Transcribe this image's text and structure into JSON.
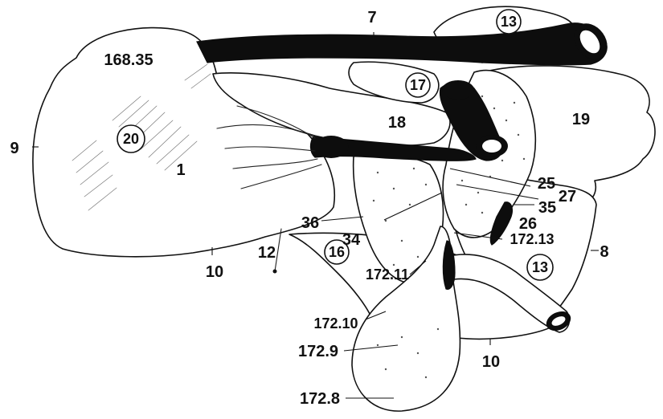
{
  "figure": {
    "labels": {
      "organ_main": "1",
      "marker_7": "7",
      "marker_8": "8",
      "marker_9": "9",
      "marker_10_left": "10",
      "marker_10_bottom": "10",
      "marker_12": "12",
      "marker_18": "18",
      "marker_19": "19",
      "marker_25": "25",
      "marker_26": "26",
      "marker_27": "27",
      "marker_34": "34",
      "marker_35": "35",
      "marker_36": "36",
      "ref_168_35": "168.35",
      "ref_172_8": "172.8",
      "ref_172_9": "172.9",
      "ref_172_10": "172.10",
      "ref_172_11": "172.11",
      "ref_172_13": "172.13"
    },
    "circled_labels": {
      "circle_13_top": "13",
      "circle_13_right": "13",
      "circle_16": "16",
      "circle_17": "17",
      "circle_20": "20"
    }
  }
}
